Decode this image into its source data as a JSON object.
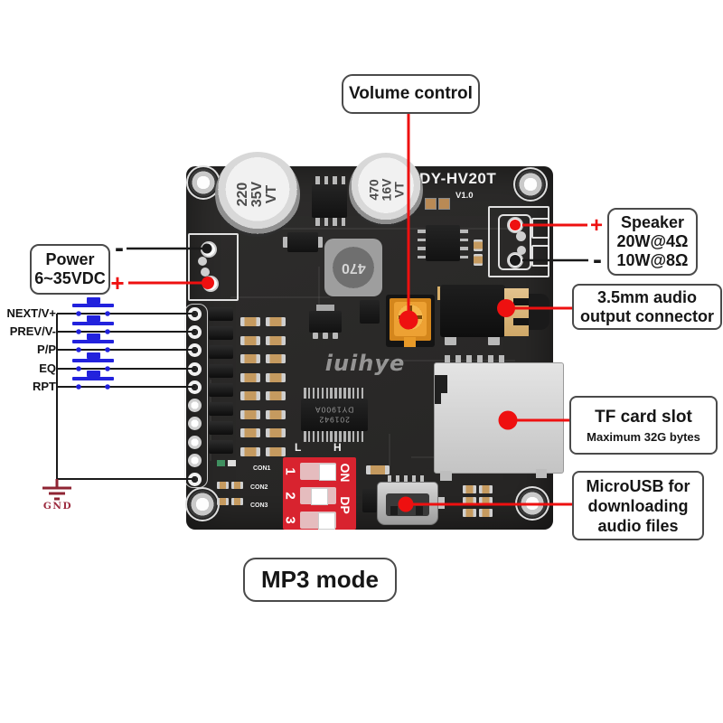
{
  "callouts": {
    "volume": "Volume control",
    "power_line1": "Power",
    "power_line2": "6~35VDC",
    "speaker_line1": "Speaker",
    "speaker_line2": "20W@4Ω",
    "speaker_line3": "10W@8Ω",
    "audio_line1": "3.5mm audio",
    "audio_line2": "output connector",
    "tf_title": "TF card slot",
    "tf_subtitle": "Maximum 32G bytes",
    "usb_line1": "MicroUSB for",
    "usb_line2": "downloading",
    "usb_line3": "audio files",
    "mode": "MP3 mode"
  },
  "symbols": {
    "plus": "+",
    "minus": "-",
    "gnd": "GND"
  },
  "controls": {
    "c0": "NEXT/V+",
    "c1": "PREV/V-",
    "c2": "P/P",
    "c3": "EQ",
    "c4": "RPT"
  },
  "board": {
    "model": "DY-HV20T",
    "version": "V1.0",
    "cap1_l1": "220",
    "cap1_l2": "35V",
    "cap1_l3": "VT",
    "cap2_l1": "470",
    "cap2_l2": "16V",
    "cap2_l3": "VT",
    "inductor": "470",
    "ic_l1": "DY1900A",
    "ic_l2": "201942",
    "dip_n1": "1",
    "dip_n2": "2",
    "dip_n3": "3",
    "dip_on": "ON",
    "dip_dp": "DP",
    "con1": "CON1",
    "con2": "CON2",
    "con3": "CON3",
    "lvl_l": "L",
    "lvl_h": "H",
    "watermark": "iuihye"
  },
  "colors": {
    "annotation_red": "#ee1010",
    "wire_black": "#1a1a1a",
    "button_blue": "#2222dd",
    "gnd_maroon": "#8f2433",
    "dip_red": "#d8232f",
    "pot_orange": "#e89a28"
  }
}
